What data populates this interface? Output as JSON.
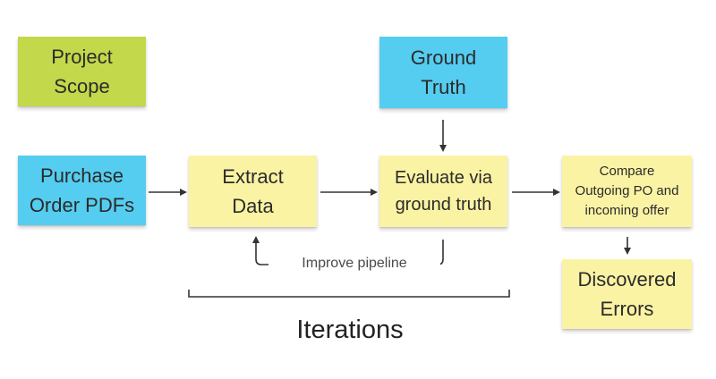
{
  "notes": {
    "project_scope": "Project\nScope",
    "ground_truth": "Ground\nTruth",
    "purchase_order": "Purchase\nOrder PDFs",
    "extract_data": "Extract\nData",
    "evaluate": "Evaluate via\nground truth",
    "compare": "Compare\nOutgoing PO and\nincoming offer",
    "discovered_errors": "Discovered\nErrors"
  },
  "loop_label": "Improve pipeline",
  "group_label": "Iterations",
  "colors": {
    "green": "#c3d84a",
    "blue": "#55cdf0",
    "yellow": "#fbf3a4",
    "line": "#333333"
  }
}
